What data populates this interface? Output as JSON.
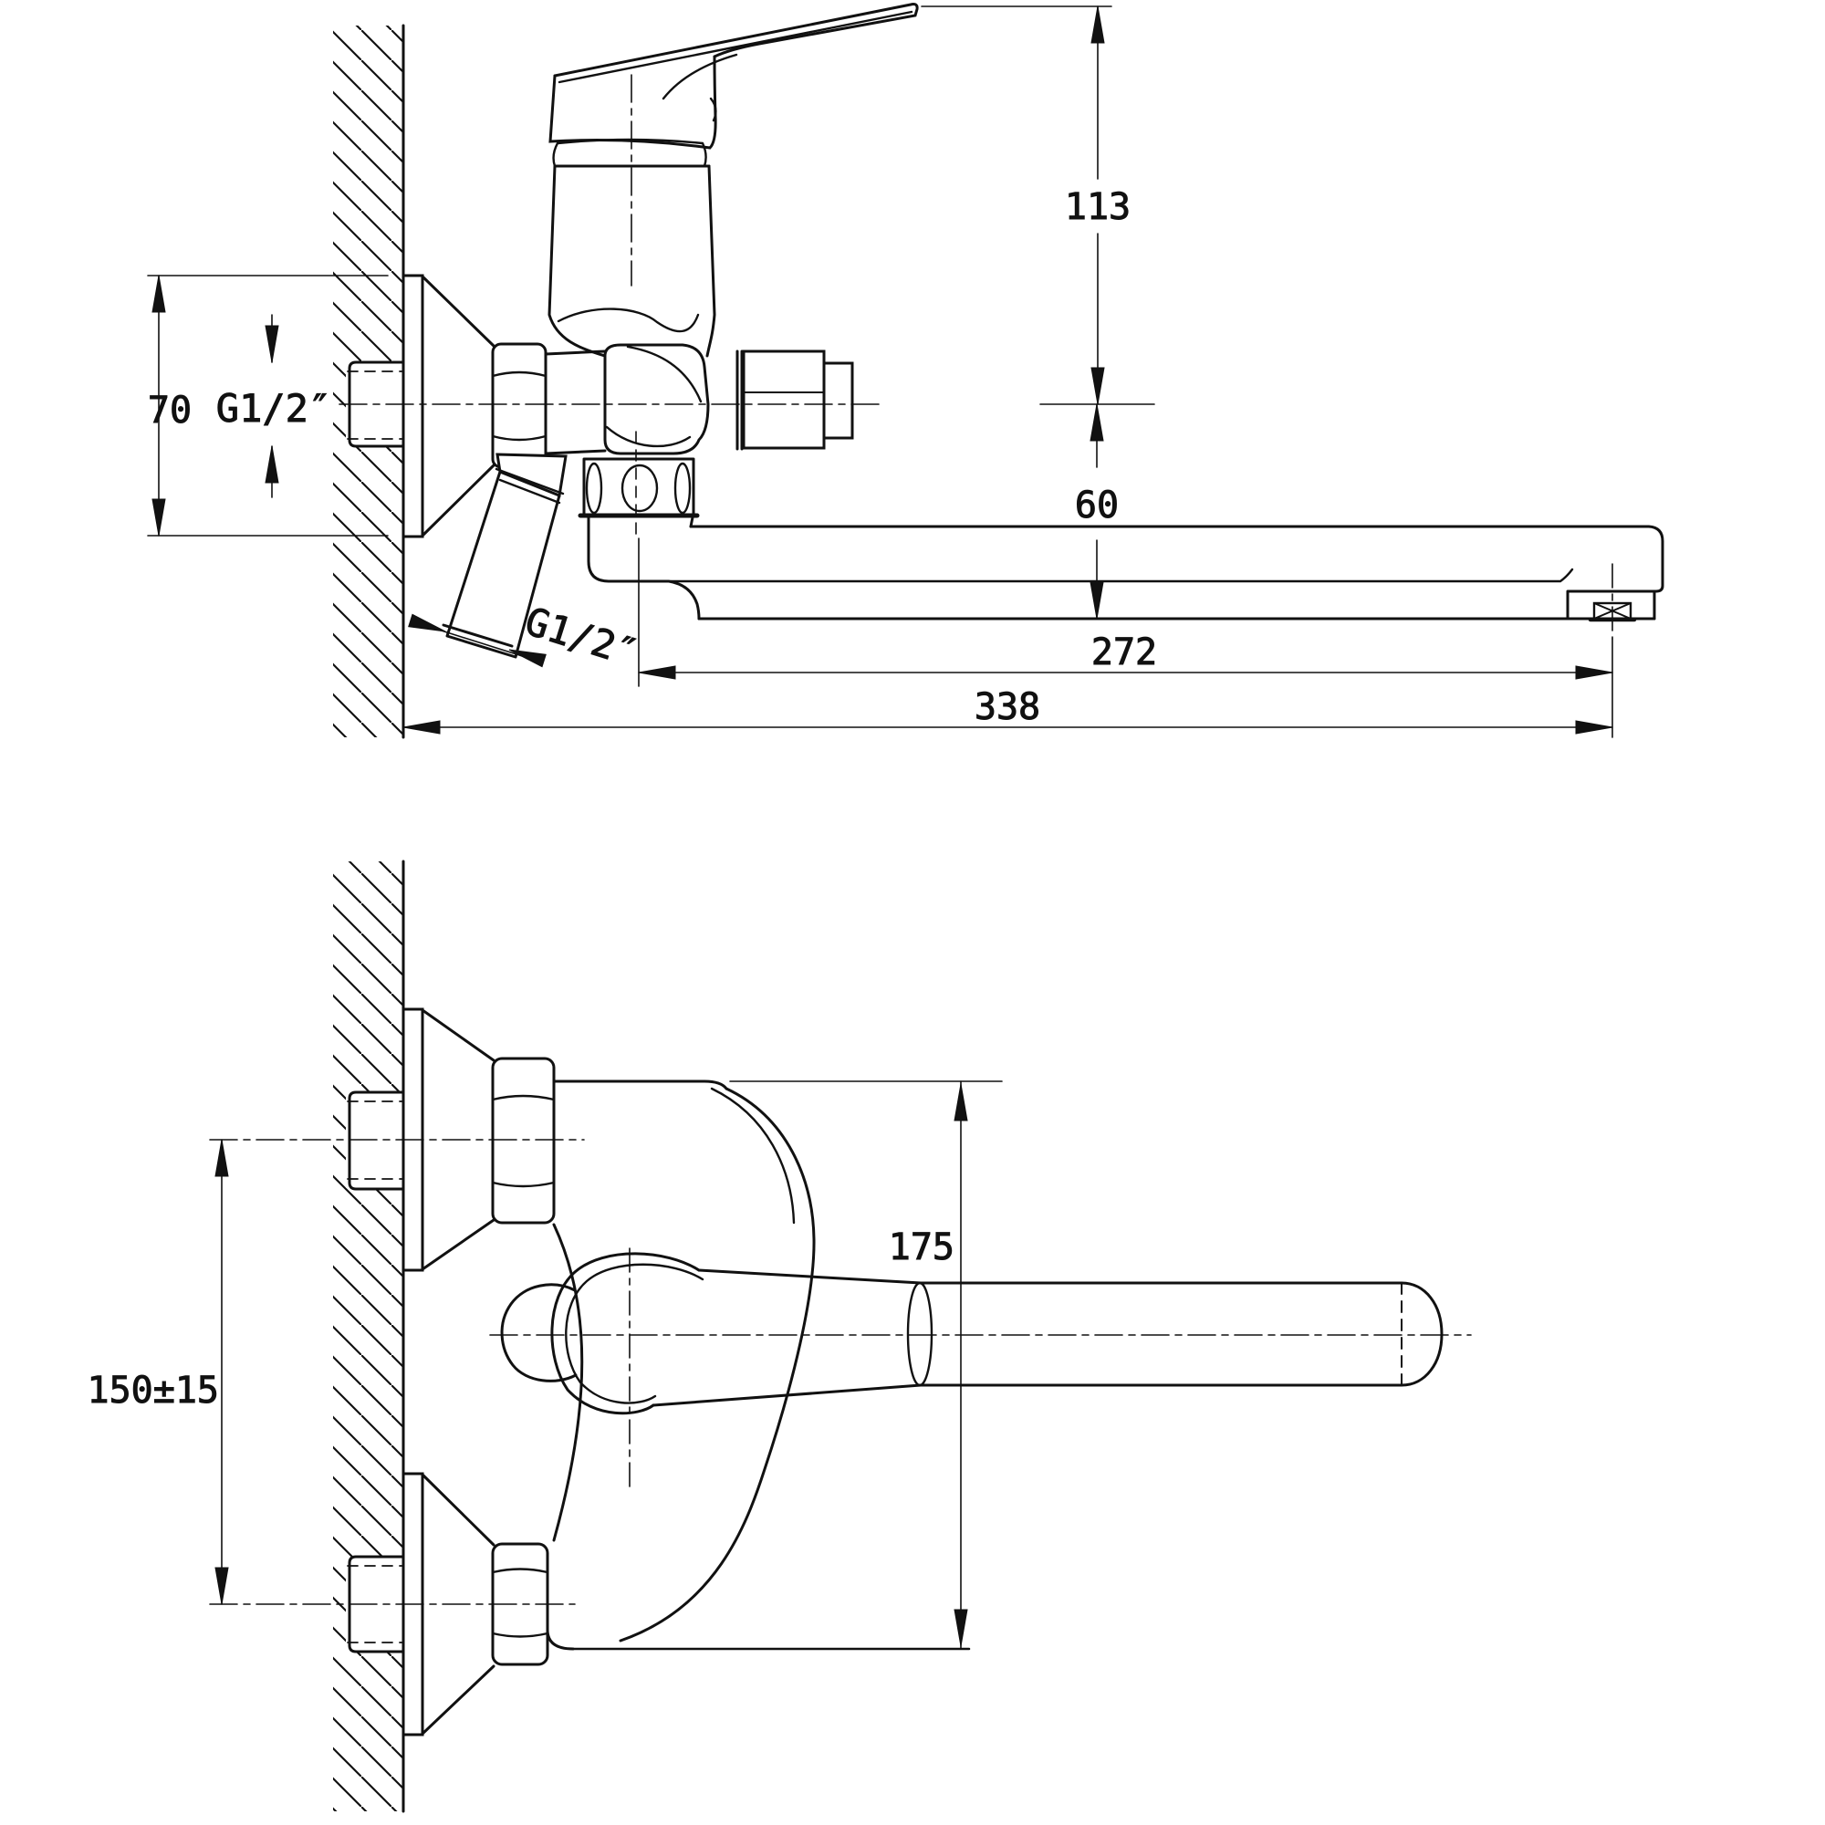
{
  "page": {
    "background": "#ffffff",
    "ink": "#111111"
  },
  "side_view": {
    "dim_113": {
      "value": "113"
    },
    "dim_60": {
      "value": "60"
    },
    "dim_70": {
      "value": "70"
    },
    "thread_wall": {
      "value": "G1/2″"
    },
    "thread_shower": {
      "value": "G1/2″"
    },
    "dim_272": {
      "value": "272"
    },
    "dim_338": {
      "value": "338"
    }
  },
  "front_view": {
    "dim_150": {
      "value": "150±15"
    },
    "dim_175": {
      "value": "175"
    }
  }
}
